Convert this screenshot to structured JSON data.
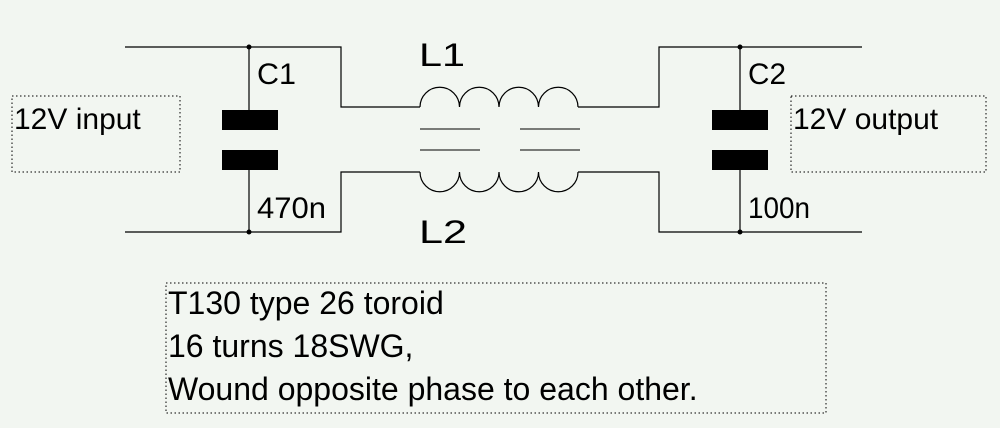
{
  "diagram": {
    "input_label": "12V input",
    "output_label": "12V output",
    "c1": {
      "name": "C1",
      "value": "470n"
    },
    "c2": {
      "name": "C2",
      "value": "100n"
    },
    "l1": {
      "name": "L1"
    },
    "l2": {
      "name": "L2"
    },
    "notes": [
      "T130 type 26 toroid",
      "16 turns 18SWG,",
      "Wound opposite phase to each other."
    ],
    "colors": {
      "background": "#f2f6f1",
      "ink": "#000000"
    }
  }
}
